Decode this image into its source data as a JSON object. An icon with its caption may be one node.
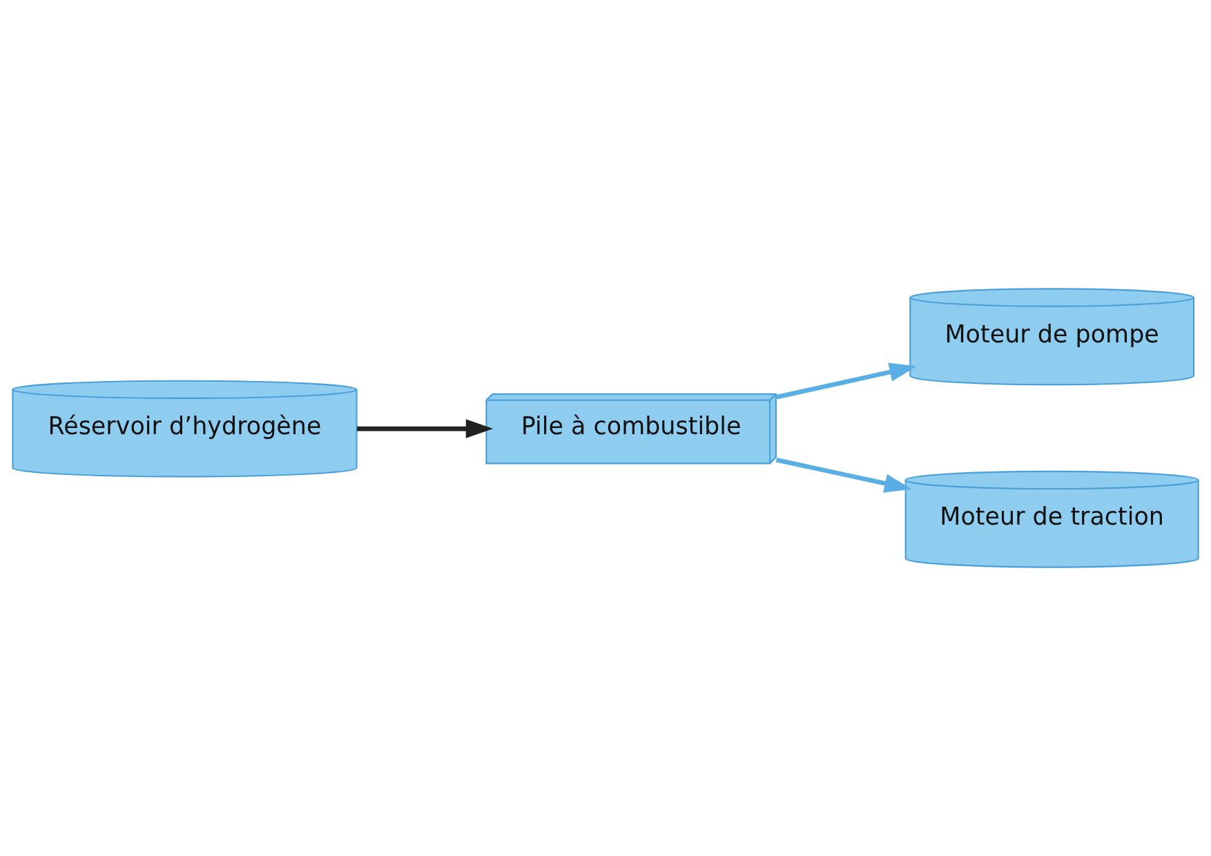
{
  "diagram": {
    "nodes": [
      {
        "text": [
          "Réservoir d’hydrogène"
        ]
      },
      {
        "text": [
          "Pile à combustible"
        ]
      },
      {
        "text": [
          "Moteur de pompe"
        ]
      },
      {
        "text": [
          "Moteur de traction"
        ]
      }
    ],
    "edges": [
      {
        "from": 0,
        "to": 1,
        "arrow": "to",
        "color": "#222222"
      },
      {
        "from": 1,
        "to": 2,
        "arrow": "to"
      },
      {
        "from": 1,
        "to": 3,
        "arrow": "to"
      }
    ]
  }
}
